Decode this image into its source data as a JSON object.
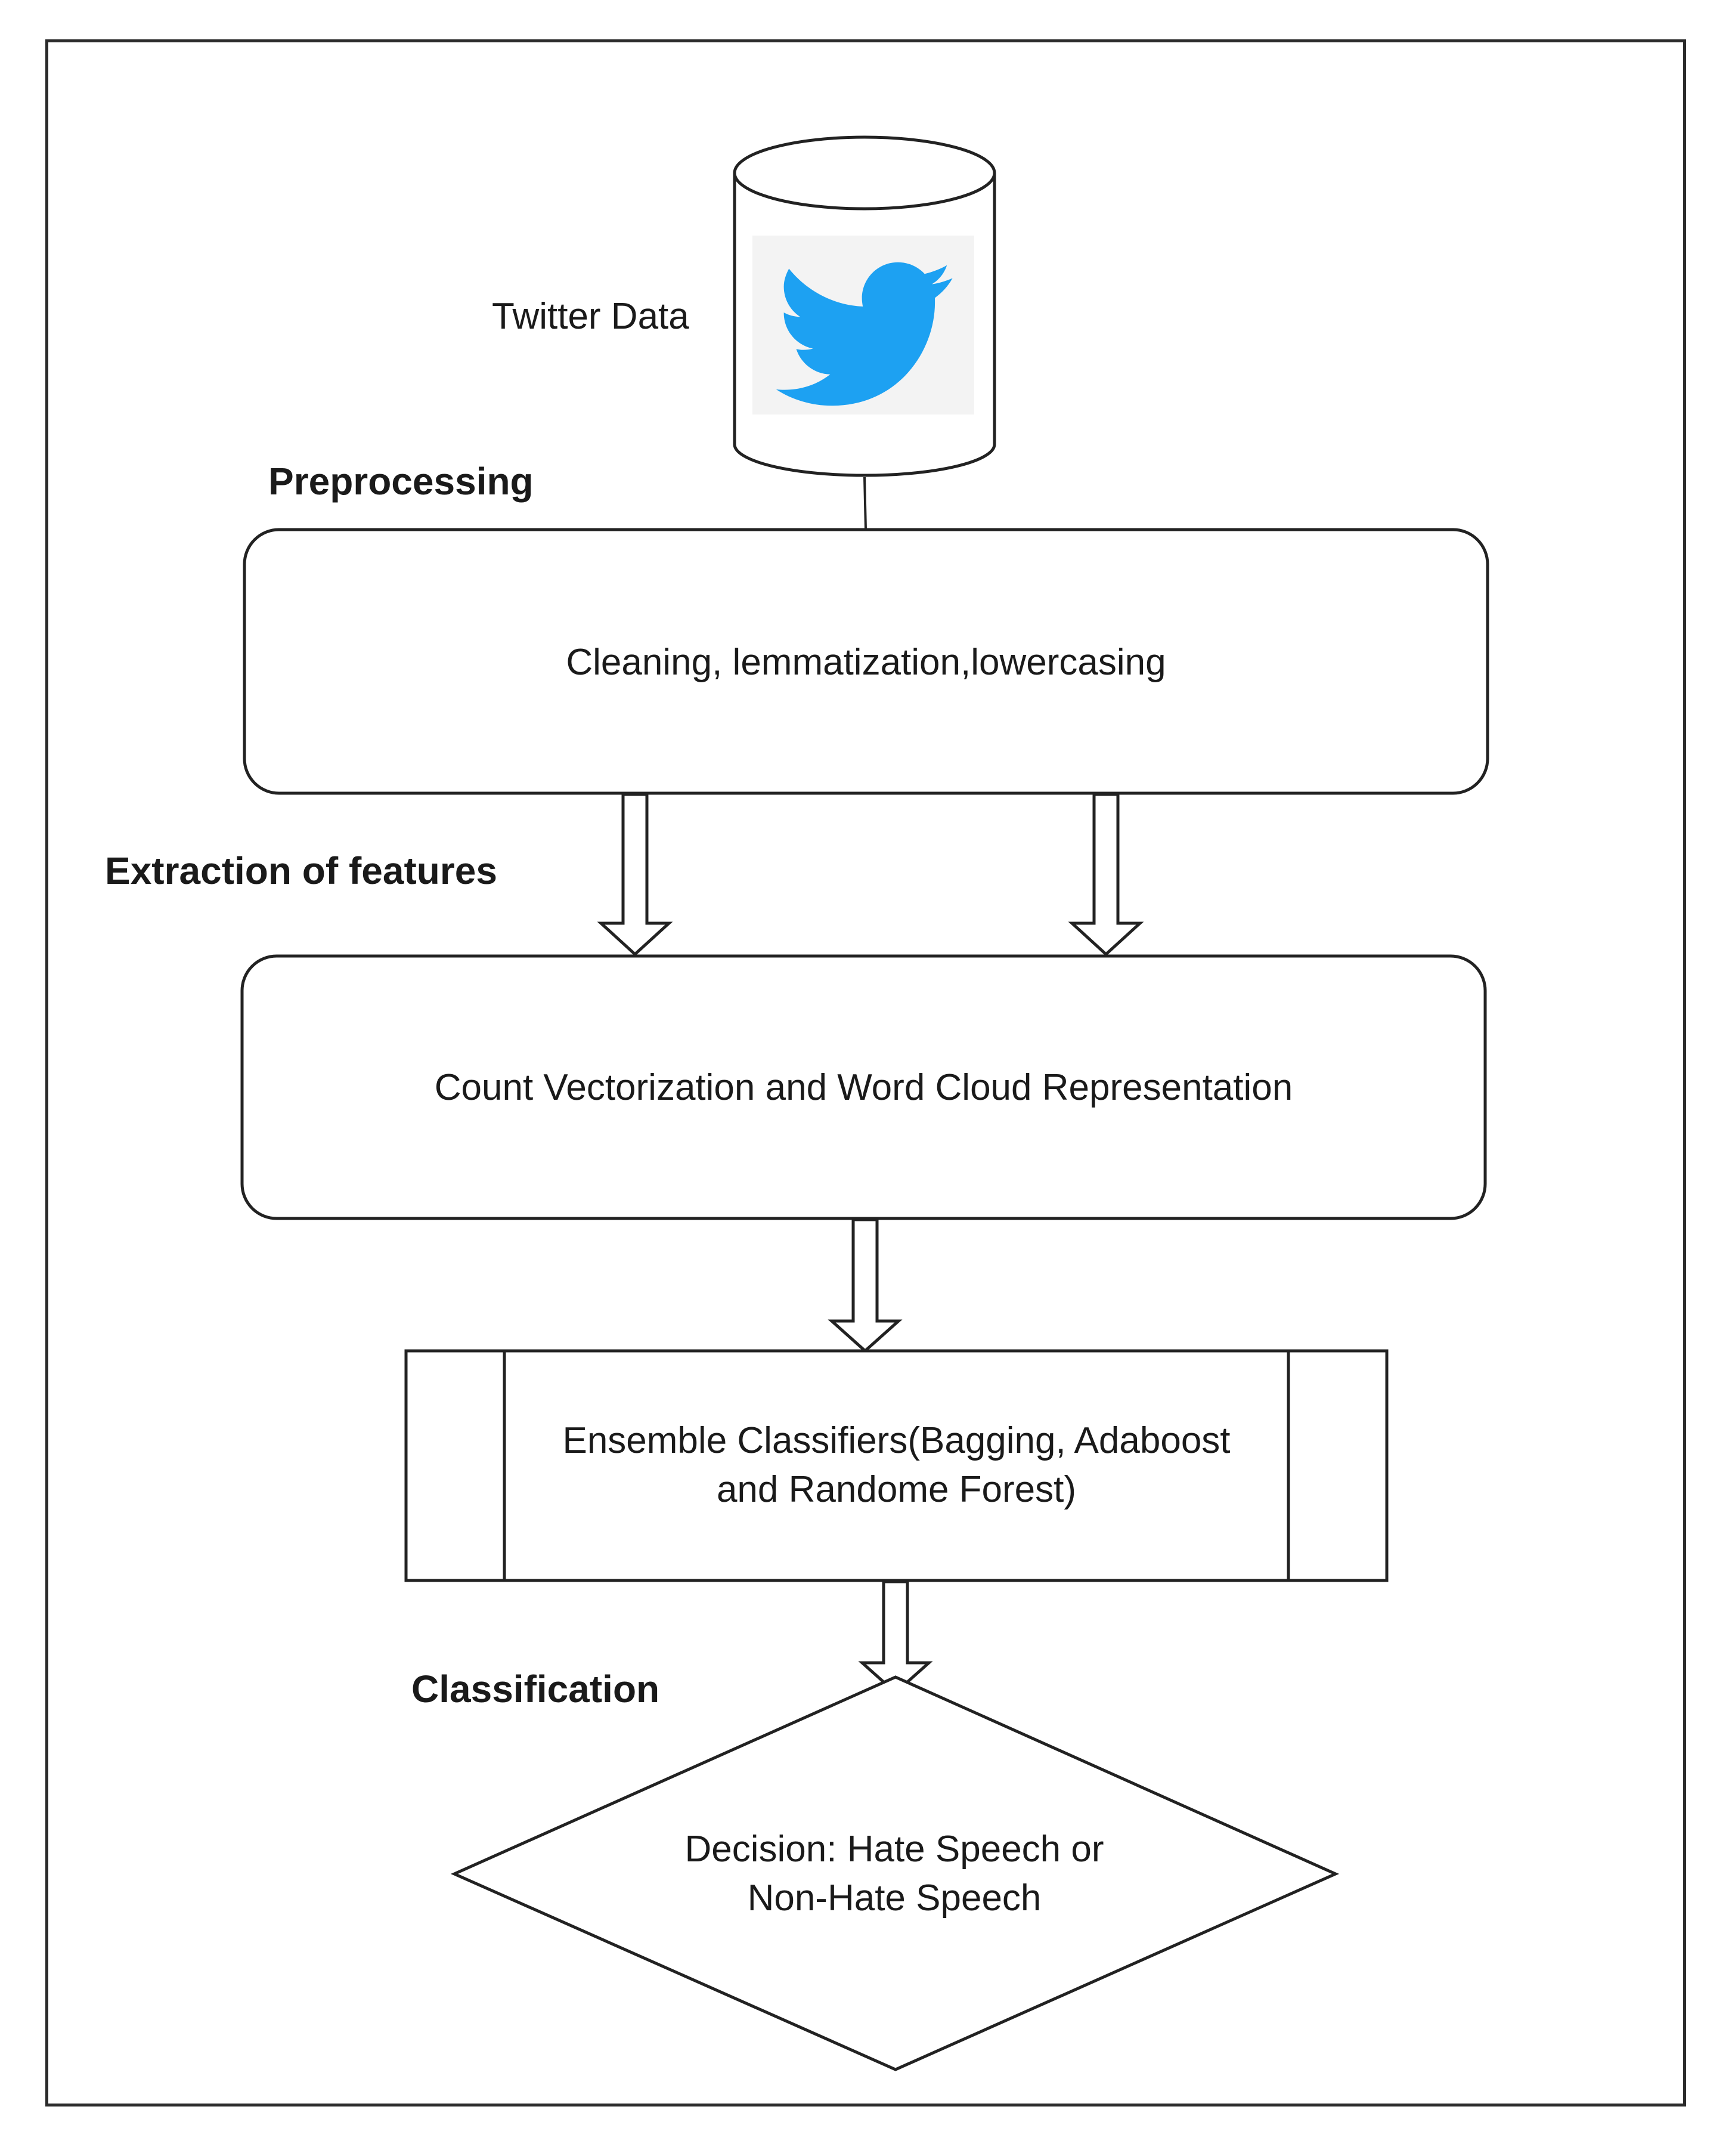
{
  "source": {
    "label": "Twitter  Data",
    "icon": "twitter-bird-icon",
    "icon_color": "#1DA1F2"
  },
  "stages": {
    "preprocessing": "Preprocessing",
    "feature_extraction": "Extraction of features",
    "classification": "Classification"
  },
  "nodes": {
    "preprocess": "Cleaning,  lemmatization,lowercasing",
    "features": "Count Vectorization and Word Cloud Representation",
    "ensemble_line1": "Ensemble Classifiers(Bagging, Adaboost",
    "ensemble_line2": "and Randome Forest)",
    "decision_line1": "Decision: Hate Speech or",
    "decision_line2": "Non-Hate Speech"
  }
}
